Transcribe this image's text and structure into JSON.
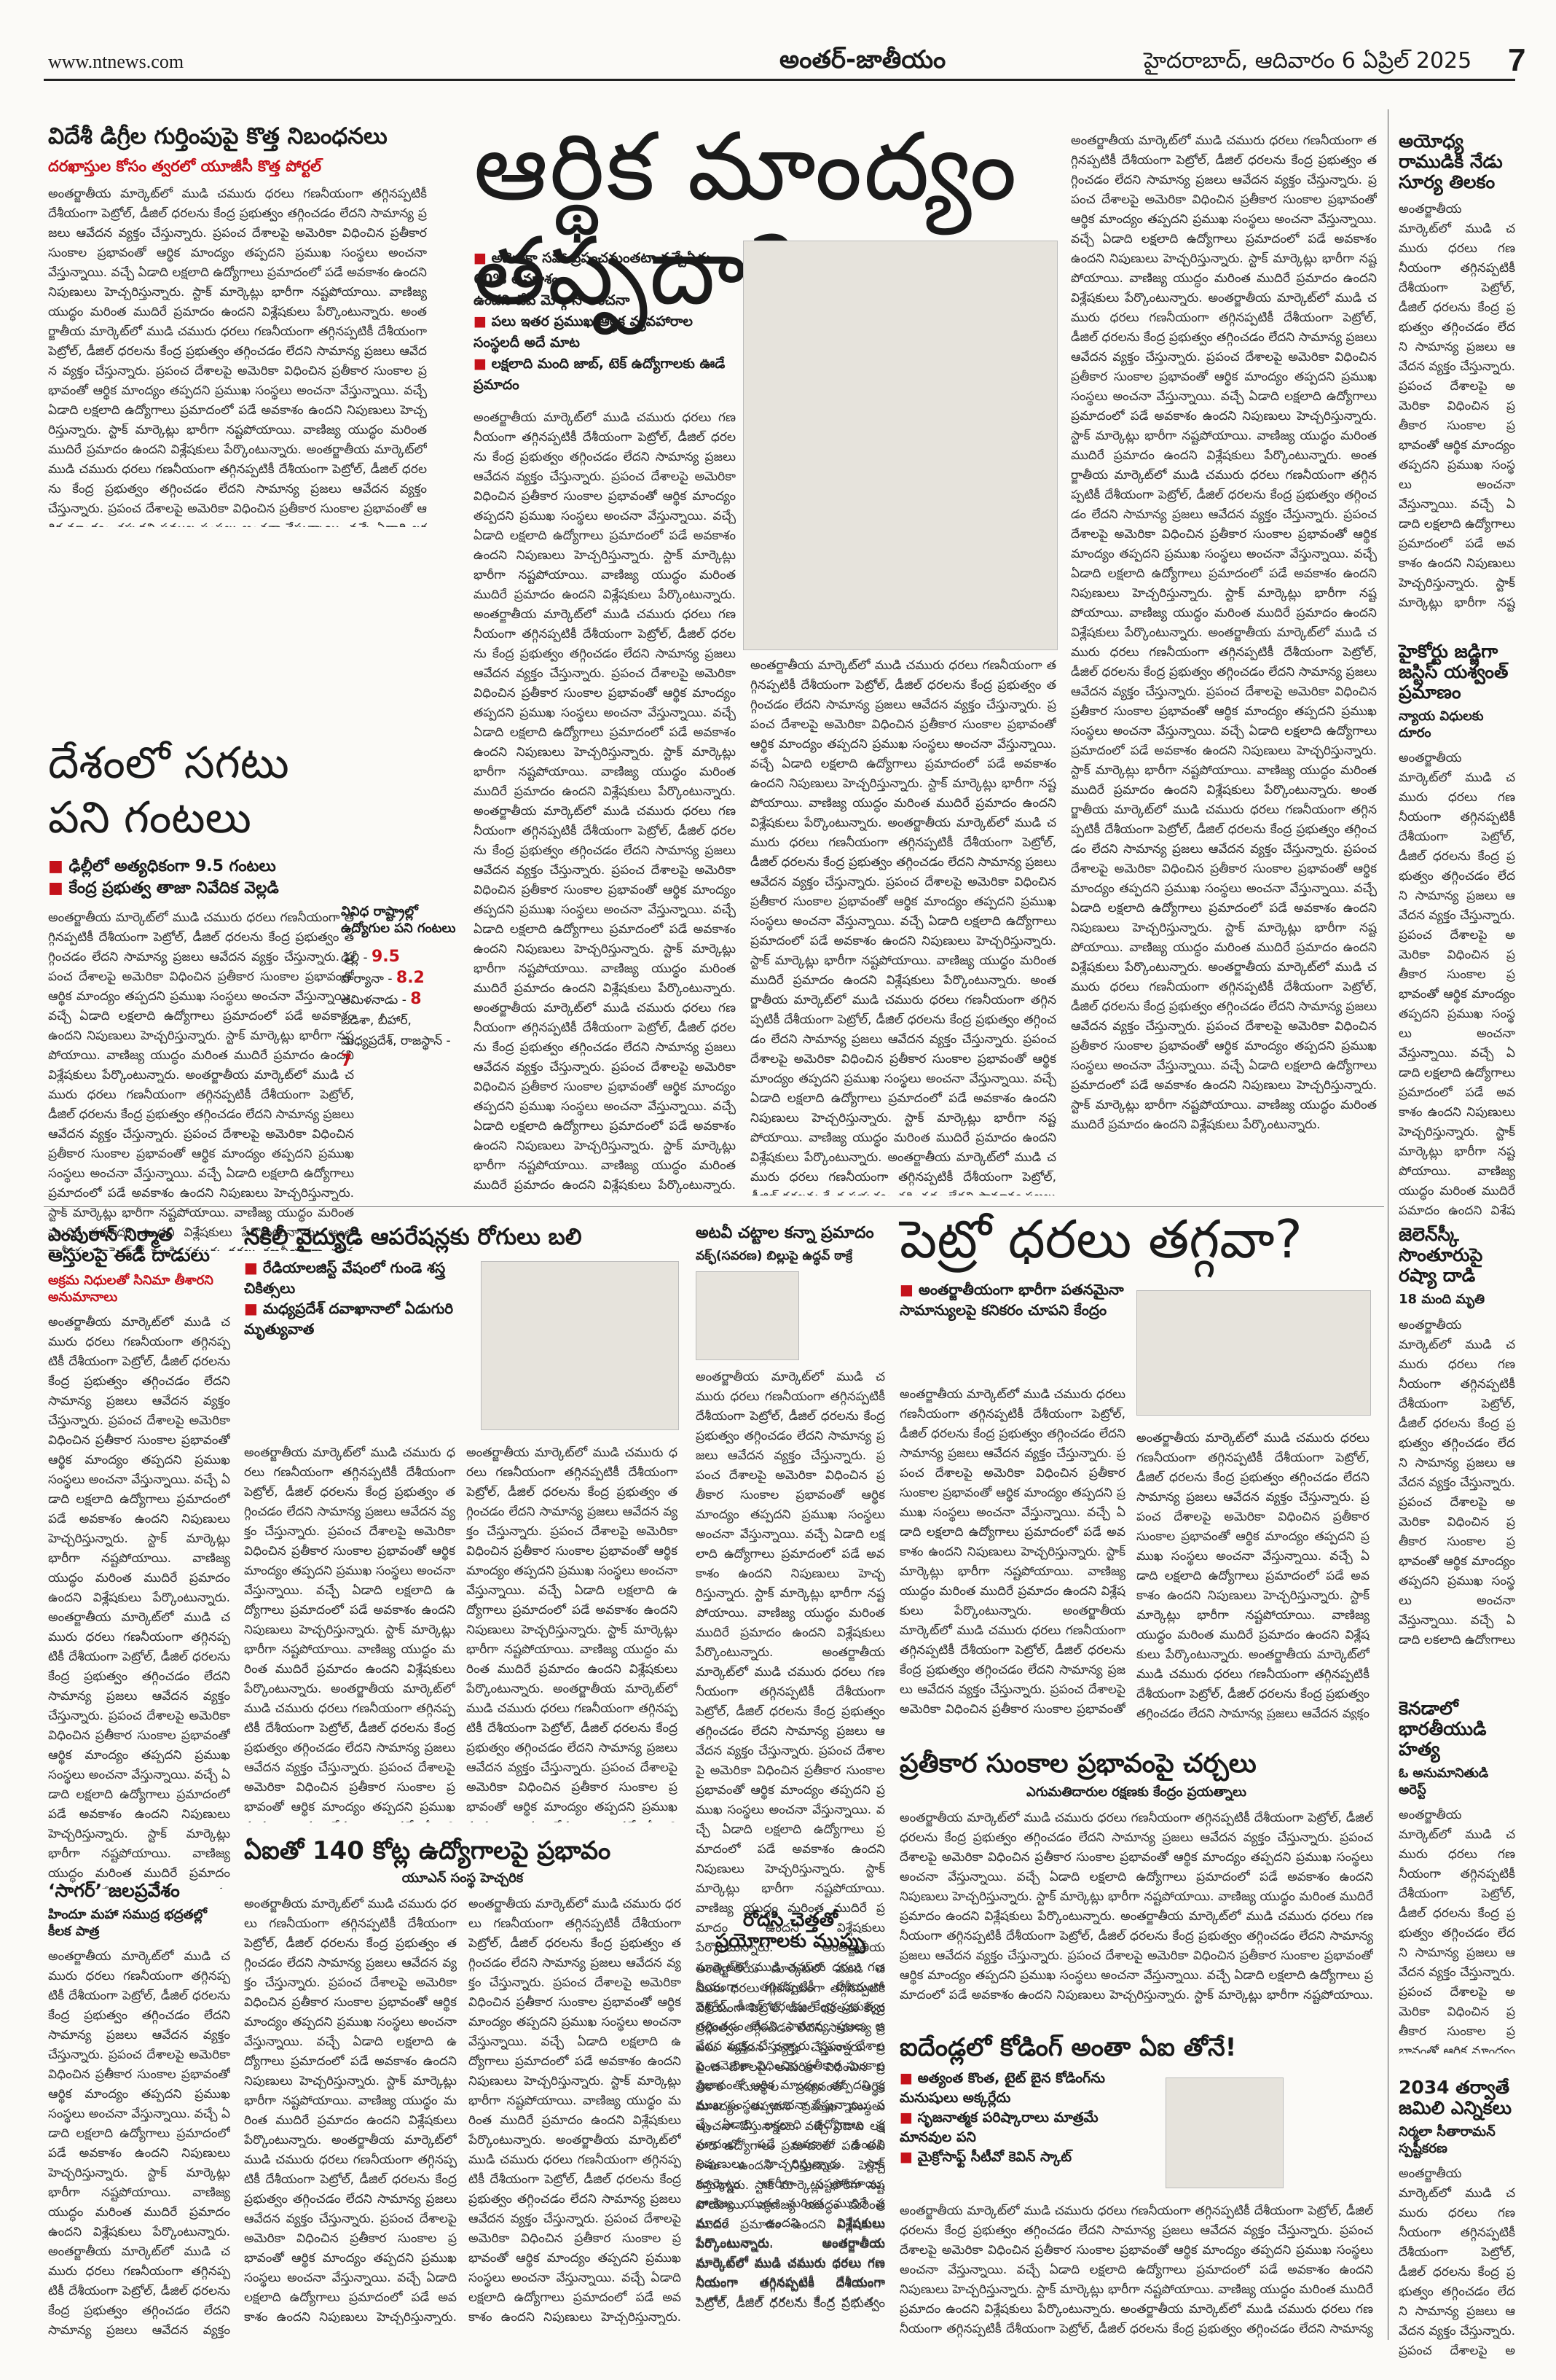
{
  "header": {
    "site": "www.ntnews.com",
    "section": "అంతర్-జాతీయం",
    "date": "హైదరాబాద్, ఆదివారం 6 ఏప్రిల్ 2025",
    "page": "7"
  },
  "lead": {
    "title": "ఆర్థిక మాంద్యం తప్పదా?",
    "bullets": [
      "అమెరికా సహా ప్రపంచమంతటా వచ్చేఏడు 60% అవకాశం",
      "ఉందని జేపీ మోర్గాన్ అంచనా",
      "పలు ఇతర ప్రముఖ ఆర్థిక వ్యవహారాల సంస్థలదీ అదే మాట",
      "లక్షలాది మంది జాబ్, టెక్ ఉద్యోగాలకు ఊడే ప్రమాదం"
    ]
  },
  "degrees": {
    "title": "విదేశీ డిగ్రీల గుర్తింపుపై కొత్త నిబంధనలు",
    "subtitle": "దరఖాస్తుల కోసం త్వరలో యూజీసీ కొత్త పోర్టల్"
  },
  "worktime": {
    "title": "దేశంలో సగటు పని గంటలు",
    "bullets": [
      "ఢిల్లీలో అత్యధికంగా 9.5 గంటలు",
      "కేంద్ర ప్రభుత్వ తాజా నివేదిక వెల్లడి"
    ],
    "table_title": "వివిధ రాష్ట్రాల్లో ఉద్యోగుల పని గంటలు",
    "rows": [
      {
        "state": "ఢిల్లీ -",
        "value": "9.5"
      },
      {
        "state": "హర్యానా -",
        "value": "8.2"
      },
      {
        "state": "తమిళనాడు -",
        "value": "8"
      },
      {
        "state": "ఒడిశా, బీహార్, మధ్యప్రదేశ్, రాజస్థాన్ -",
        "value": "7"
      }
    ]
  },
  "ayodhya": {
    "title": "అయోధ్య రాముడికి నేడు సూర్య తిలకం"
  },
  "hc_judge": {
    "title": "హైకోర్టు జడ్జిగా జస్టిస్ యశ్వంత్ ప్రమాణం",
    "subtitle": "న్యాయ విధులకు దూరం"
  },
  "zelensky": {
    "title": "జెలెన్‌స్కీ సొంతూరుపై రష్యా దాడి",
    "subtitle": "18 మంది మృతి"
  },
  "canada": {
    "title": "కెనడాలో భారతీయుడి హత్య",
    "subtitle": "ఓ అనుమానితుడి అరెస్ట్"
  },
  "elections": {
    "title": "2034 తర్వాతే జమిలి ఎన్నికలు",
    "subtitle": "నిర్మలా సీతారామన్ స్పష్టీకరణ"
  },
  "empuraan": {
    "title": "ఎంపురాన్ నిర్మాత ఆస్తులపై ఈడీ దాడులు",
    "subtitle": "అక్రమ నిధులతో సినిమా తీశారని అనుమానాలు"
  },
  "fake_doctor": {
    "title": "నకిలీ వైద్యుడి ఆపరేషన్లకు రోగులు బలి",
    "bullets": [
      "రేడియాలజిస్ట్ వేషంలో గుండె శస్త్ర చికిత్సలు",
      "మధ్యప్రదేశ్ దవాఖానాలో ఏడుగురి మృత్యువాత"
    ]
  },
  "forest_law": {
    "title": "అటవీ చట్టాల కన్నా ప్రమాదం",
    "subtitle": "వక్ఫ్(సవరణ) బిల్లుపై ఉద్ధవ్ ఠాక్రే"
  },
  "petrol": {
    "title": "పెట్రో ధరలు తగ్గవా?",
    "bullets": [
      "అంతర్జాతీయంగా భారీగా పతనమైనా సామాన్యులపై కనికరం చూపని కేంద్రం"
    ]
  },
  "counter_tariff": {
    "title": "ప్రతీకార సుంకాల ప్రభావంపై చర్చలు",
    "subtitle": "ఎగుమతిదారుల రక్షణకు కేంద్రం ప్రయత్నాలు"
  },
  "sagar": {
    "title": "‘సాగర్’ జలప్రవేశం",
    "subtitle": "హిందూ మహా సముద్ర భద్రతల్లో కీలక పాత్ర"
  },
  "ai_jobs": {
    "title": "ఏఐతో 140 కోట్ల ఉద్యోగాలపై ప్రభావం",
    "subtitle": "యూఎన్ సంస్థ హెచ్చరిక"
  },
  "rohith": {
    "title": "రోదసి చెత్తతో ప్రయోగాలకు ముప్పు"
  },
  "coding": {
    "title": "ఐదేండ్లలో కోడింగ్ అంతా ఏఐ తోనే!",
    "bullets": [
      "అత్యంత కొంత, టైట్ బైన కోడింగ్‌ను మనుషులు అక్కర్లేదు",
      "సృజనాత్మక పరిష్కారాలు మాత్రమే మానవుల పని",
      "మైక్రోసాఫ్ట్ సీటీవో కెవిన్ స్కాట్"
    ]
  },
  "filler": "అంతర్జాతీయ మార్కెట్‌లో ముడి చమురు ధరలు గణనీయంగా తగ్గినప్పటికీ దేశీయంగా పెట్రోల్, డీజిల్ ధరలను కేంద్ర ప్రభుత్వం తగ్గించడం లేదని సామాన్య ప్రజలు ఆవేదన వ్యక్తం చేస్తున్నారు. ప్రపంచ దేశాలపై అమెరికా విధించిన ప్రతీకార సుంకాల ప్రభావంతో ఆర్థిక మాంద్యం తప్పదని ప్రముఖ సంస్థలు అంచనా వేస్తున్నాయి. వచ్చే ఏడాది లక్షలాది ఉద్యోగాలు ప్రమాదంలో పడే అవకాశం ఉందని నిపుణులు హెచ్చరిస్తున్నారు. స్టాక్ మార్కెట్లు భారీగా నష్టపోయాయి. వాణిజ్య యుద్ధం మరింత ముదిరే ప్రమాదం ఉందని విశ్లేషకులు పేర్కొంటున్నారు. "
}
